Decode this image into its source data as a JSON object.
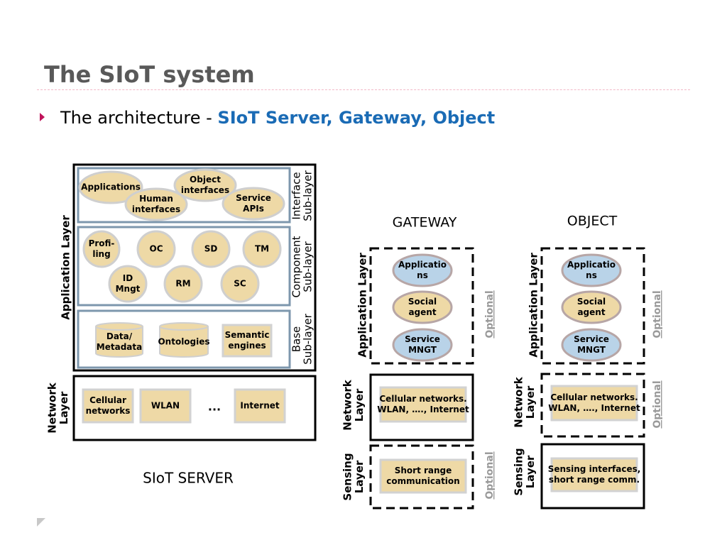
{
  "slide": {
    "title": "The SIoT system",
    "bullet_text": "The architecture - ",
    "bullet_highlight": "SIoT Server, Gateway, Object"
  },
  "colors": {
    "accent_blue": "#1a6bb5",
    "bullet_magenta": "#c0135a",
    "ellipse_fill": "#eed9a6",
    "sublayer_border": "#7d97ad",
    "object_blue": "#b9d3e8",
    "optional_gray": "#9a9a9a"
  },
  "server": {
    "label": "SIoT SERVER",
    "application_layer": "Application Layer",
    "interface_sublayer": [
      "Interface",
      "Sub-layer"
    ],
    "interface_items": {
      "applications": [
        "Applications"
      ],
      "human_interfaces": [
        "Human",
        "interfaces"
      ],
      "object_interfaces": [
        "Object",
        "interfaces"
      ],
      "service_apis": [
        "Service",
        "APIs"
      ]
    },
    "component_sublayer": [
      "Component",
      "Sub-layer"
    ],
    "component_items": {
      "profiling": [
        "Profi-",
        "ling"
      ],
      "oc": [
        "OC"
      ],
      "sd": [
        "SD"
      ],
      "tm": [
        "TM"
      ],
      "id_mngt": [
        "ID",
        "Mngt"
      ],
      "rm": [
        "RM"
      ],
      "sc": [
        "SC"
      ]
    },
    "base_sublayer": [
      "Base",
      "Sub-layer"
    ],
    "base_items": {
      "data_metadata": [
        "Data/",
        "Metadata"
      ],
      "ontologies": [
        "Ontologies"
      ],
      "semantic_engines": [
        "Semantic",
        "engines"
      ]
    },
    "network_layer": [
      "Network",
      "Layer"
    ],
    "network_items": {
      "cellular": [
        "Cellular",
        "networks"
      ],
      "wlan": [
        "WLAN"
      ],
      "ellipsis": "...",
      "internet": [
        "Internet"
      ]
    }
  },
  "gateway": {
    "label": "GATEWAY",
    "application_layer": "Application Layer",
    "app_items": {
      "applications": [
        "Applicatio",
        "ns"
      ],
      "social_agent": [
        "Social",
        "agent"
      ],
      "service_mngt": [
        "Service",
        "MNGT"
      ]
    },
    "network_layer": [
      "Network",
      "Layer"
    ],
    "network_box": [
      "Cellular networks.",
      "WLAN, …., Internet"
    ],
    "sensing_layer": [
      "Sensing",
      "Layer"
    ],
    "sensing_box": [
      "Short range",
      "communication"
    ],
    "optional_label": "Optional"
  },
  "object": {
    "label": "OBJECT",
    "application_layer": "Application Layer",
    "app_items": {
      "applications": [
        "Applicatio",
        "ns"
      ],
      "social_agent": [
        "Social",
        "agent"
      ],
      "service_mngt": [
        "Service",
        "MNGT"
      ]
    },
    "network_layer": [
      "Network",
      "Layer"
    ],
    "network_box": [
      "Cellular networks.",
      "WLAN, …., Internet"
    ],
    "sensing_layer": [
      "Sensing",
      "Layer"
    ],
    "sensing_box": [
      "Sensing interfaces,",
      "short range comm."
    ],
    "optional_label": "Optional"
  }
}
